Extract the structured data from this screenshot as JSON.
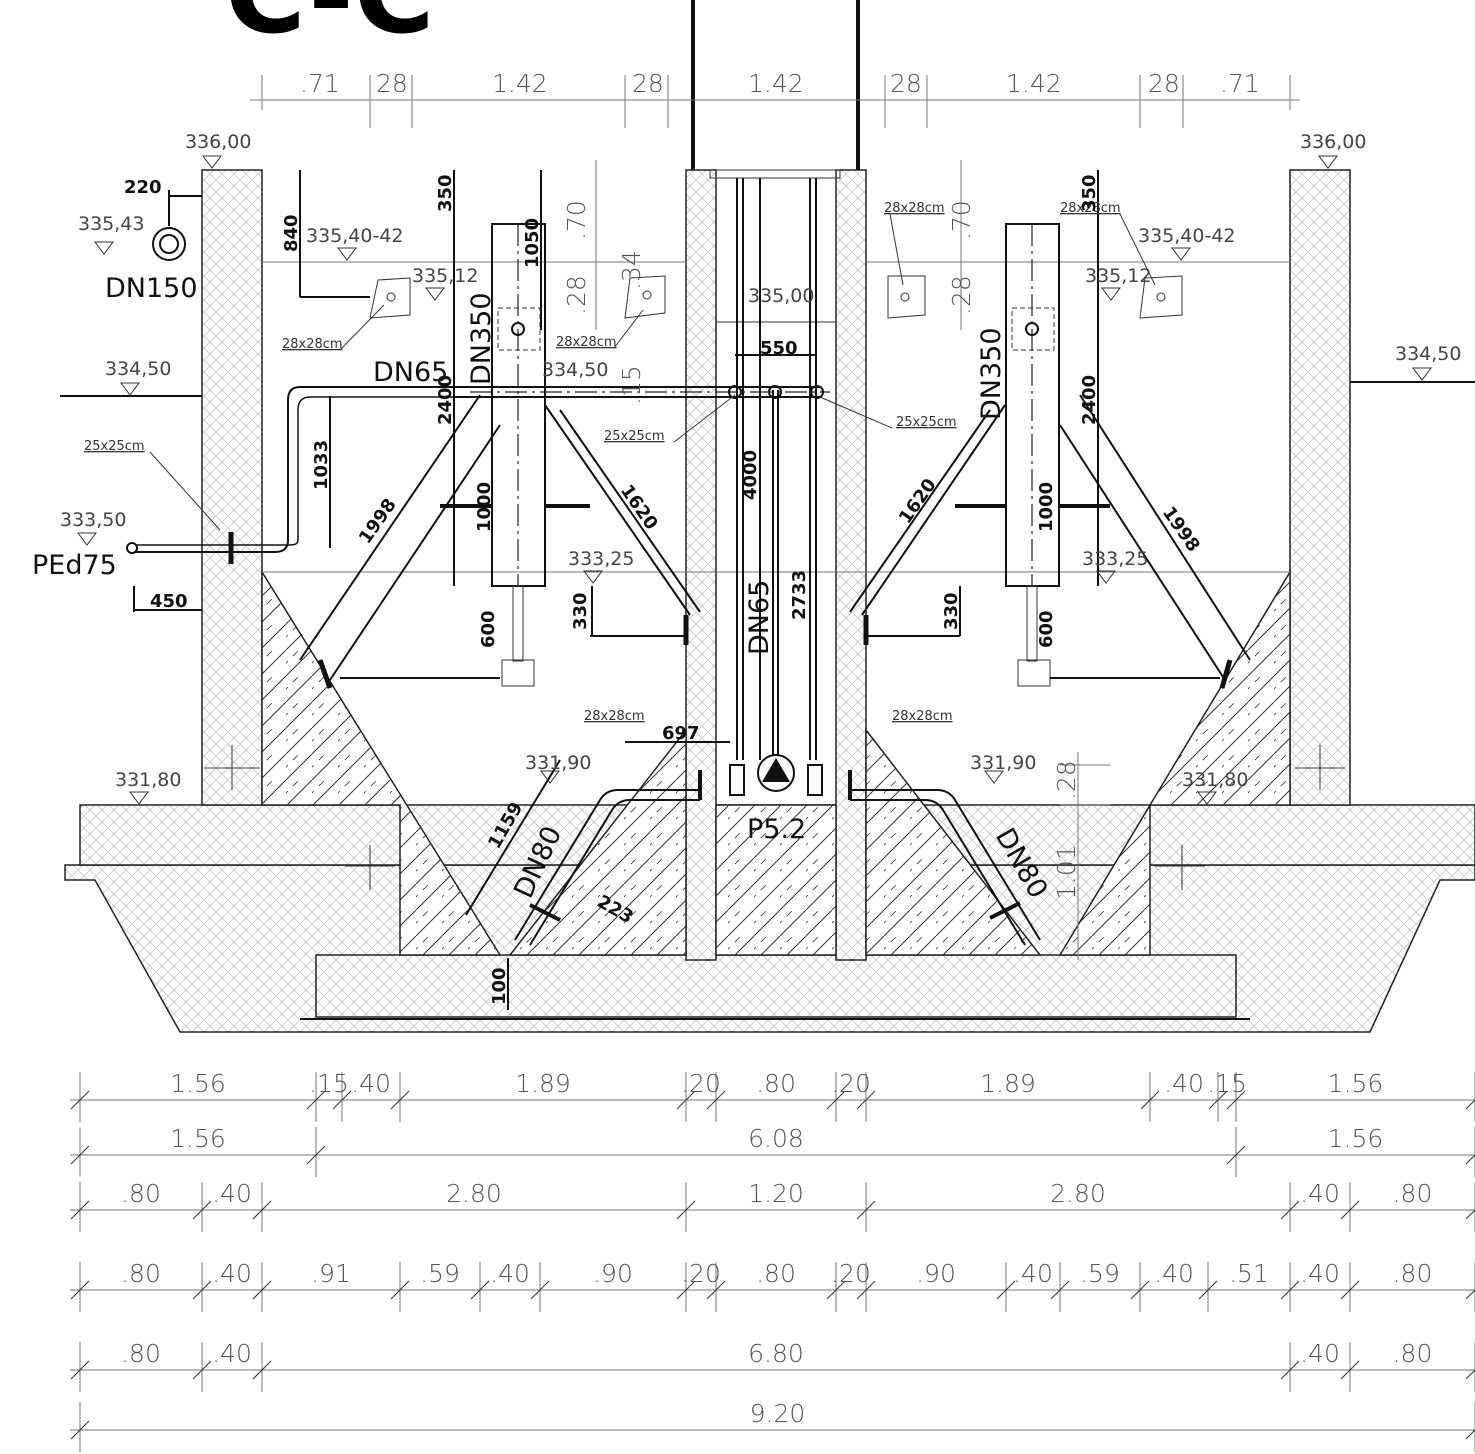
{
  "title": "C-C",
  "top_dims": [
    ".71",
    "28",
    "1.42",
    "28",
    "1.42",
    "28",
    "1.42",
    "28",
    ".71"
  ],
  "levels": {
    "top_left": "336,00",
    "top_right": "336,00",
    "pipe_in": "335,43",
    "water_left": "335,40-42",
    "water_right": "335,40-42",
    "weir_left": "335,12",
    "weir_right": "335,12",
    "center": "335,00",
    "ground_left": "334,50",
    "ground_right": "334,50",
    "center2": "334,50",
    "outlet": "333,50",
    "cone_left": "333,25",
    "cone_right": "333,25",
    "low_left": "331,90",
    "low_right": "331,90",
    "base_left": "331,80",
    "base_right": "331,80"
  },
  "labels": {
    "dn150": "DN150",
    "dn65_h": "DN65",
    "dn65_v": "DN65",
    "dn350_l": "DN350",
    "dn350_r": "DN350",
    "ped75": "PEd75",
    "dn80_l": "DN80",
    "dn80_r": "DN80",
    "pump": "P5.2",
    "opening1": "28x28cm",
    "opening2": "28x28cm",
    "opening3": "28x28cm",
    "opening4": "28x28cm",
    "opening5": "28x28cm",
    "opening6": "28x28cm",
    "sleeve1": "25x25cm",
    "sleeve2": "25x25cm",
    "sleeve3": "25x25cm"
  },
  "mm_dims": {
    "d220": "220",
    "d840": "840",
    "d350a": "350",
    "d350b": "350",
    "d1050": "1050",
    "d2400a": "2400",
    "d2400b": "2400",
    "d1033": "1033",
    "d1998a": "1998",
    "d1998b": "1998",
    "d1620a": "1620",
    "d1620b": "1620",
    "d1000a": "1000",
    "d1000b": "1000",
    "d4000": "4000",
    "d550": "550",
    "d2733": "2733",
    "d600a": "600",
    "d600b": "600",
    "d330a": "330",
    "d330b": "330",
    "d450": "450",
    "d697": "697",
    "d1159": "1159",
    "d223": "223",
    "d100": "100"
  },
  "inner_dims": {
    "v70a": ".70",
    "v70b": ".70",
    "v28a": ".28",
    "v28b": ".28",
    "v34": ".34",
    "v15": ".15",
    "v28c": ".28",
    "v101": "1.01"
  },
  "bottom_rows": [
    [
      "1.56",
      ".15",
      ".40",
      "1.89",
      ".20",
      ".80",
      ".20",
      "1.89",
      ".40",
      ".15",
      "1.56"
    ],
    [
      "1.56",
      "6.08",
      "1.56"
    ],
    [
      ".80",
      ".40",
      "2.80",
      "1.20",
      "2.80",
      ".40",
      ".80"
    ],
    [
      ".80",
      ".40",
      ".91",
      ".59",
      ".40",
      ".90",
      ".20",
      ".80",
      ".20",
      ".90",
      ".40",
      ".59",
      ".40",
      ".51",
      ".40",
      ".80"
    ],
    [
      ".80",
      ".40",
      "6.80",
      ".40",
      ".80"
    ],
    [
      "9.20"
    ]
  ]
}
